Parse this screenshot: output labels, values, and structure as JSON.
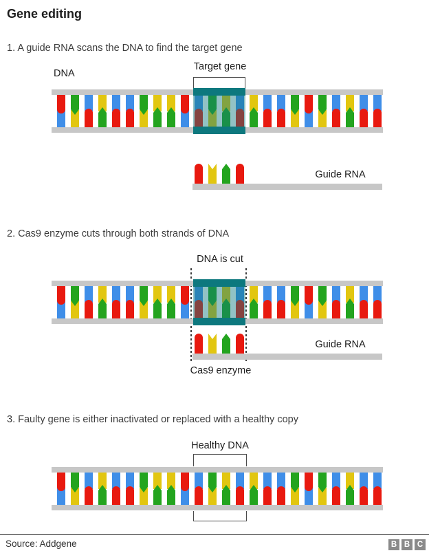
{
  "title": "Gene editing",
  "steps": [
    {
      "label": "1. A guide RNA scans the DNA to find the target gene"
    },
    {
      "label": "2. Cas9 enzyme cuts through both strands of DNA"
    },
    {
      "label": "3. Faulty gene is either inactivated or replaced with a healthy copy"
    }
  ],
  "panel1": {
    "dna_label": "DNA",
    "target_gene_label": "Target gene",
    "guide_rna_label": "Guide RNA"
  },
  "panel2": {
    "cut_label": "DNA is cut",
    "guide_rna_label": "Guide RNA",
    "cas9_label": "Cas9 enzyme"
  },
  "panel3": {
    "healthy_label": "Healthy DNA"
  },
  "footer": {
    "source": "Source: Addgene",
    "logo_letters": [
      "B",
      "B",
      "C"
    ]
  },
  "colors": {
    "red": "#e8190f",
    "green": "#23a41e",
    "blue": "#3f8ee8",
    "yellow": "#e2c610",
    "rail": "#c7c7c7",
    "teal": "#0d787e",
    "tint": "rgba(13,120,126,0.45)"
  },
  "dna": {
    "top_strand": [
      "red",
      "green",
      "blue",
      "yellow",
      "blue",
      "blue",
      "green",
      "yellow",
      "yellow",
      "red",
      "blue",
      "green",
      "yellow",
      "blue",
      "yellow",
      "blue",
      "blue",
      "green",
      "red",
      "green",
      "blue",
      "yellow",
      "blue",
      "blue"
    ],
    "complement": {
      "red": "blue",
      "blue": "red",
      "green": "yellow",
      "yellow": "green"
    },
    "highlight_start": 10,
    "highlight_count": 4
  },
  "guide_rna_bases": [
    "red",
    "yellow",
    "green",
    "red"
  ]
}
